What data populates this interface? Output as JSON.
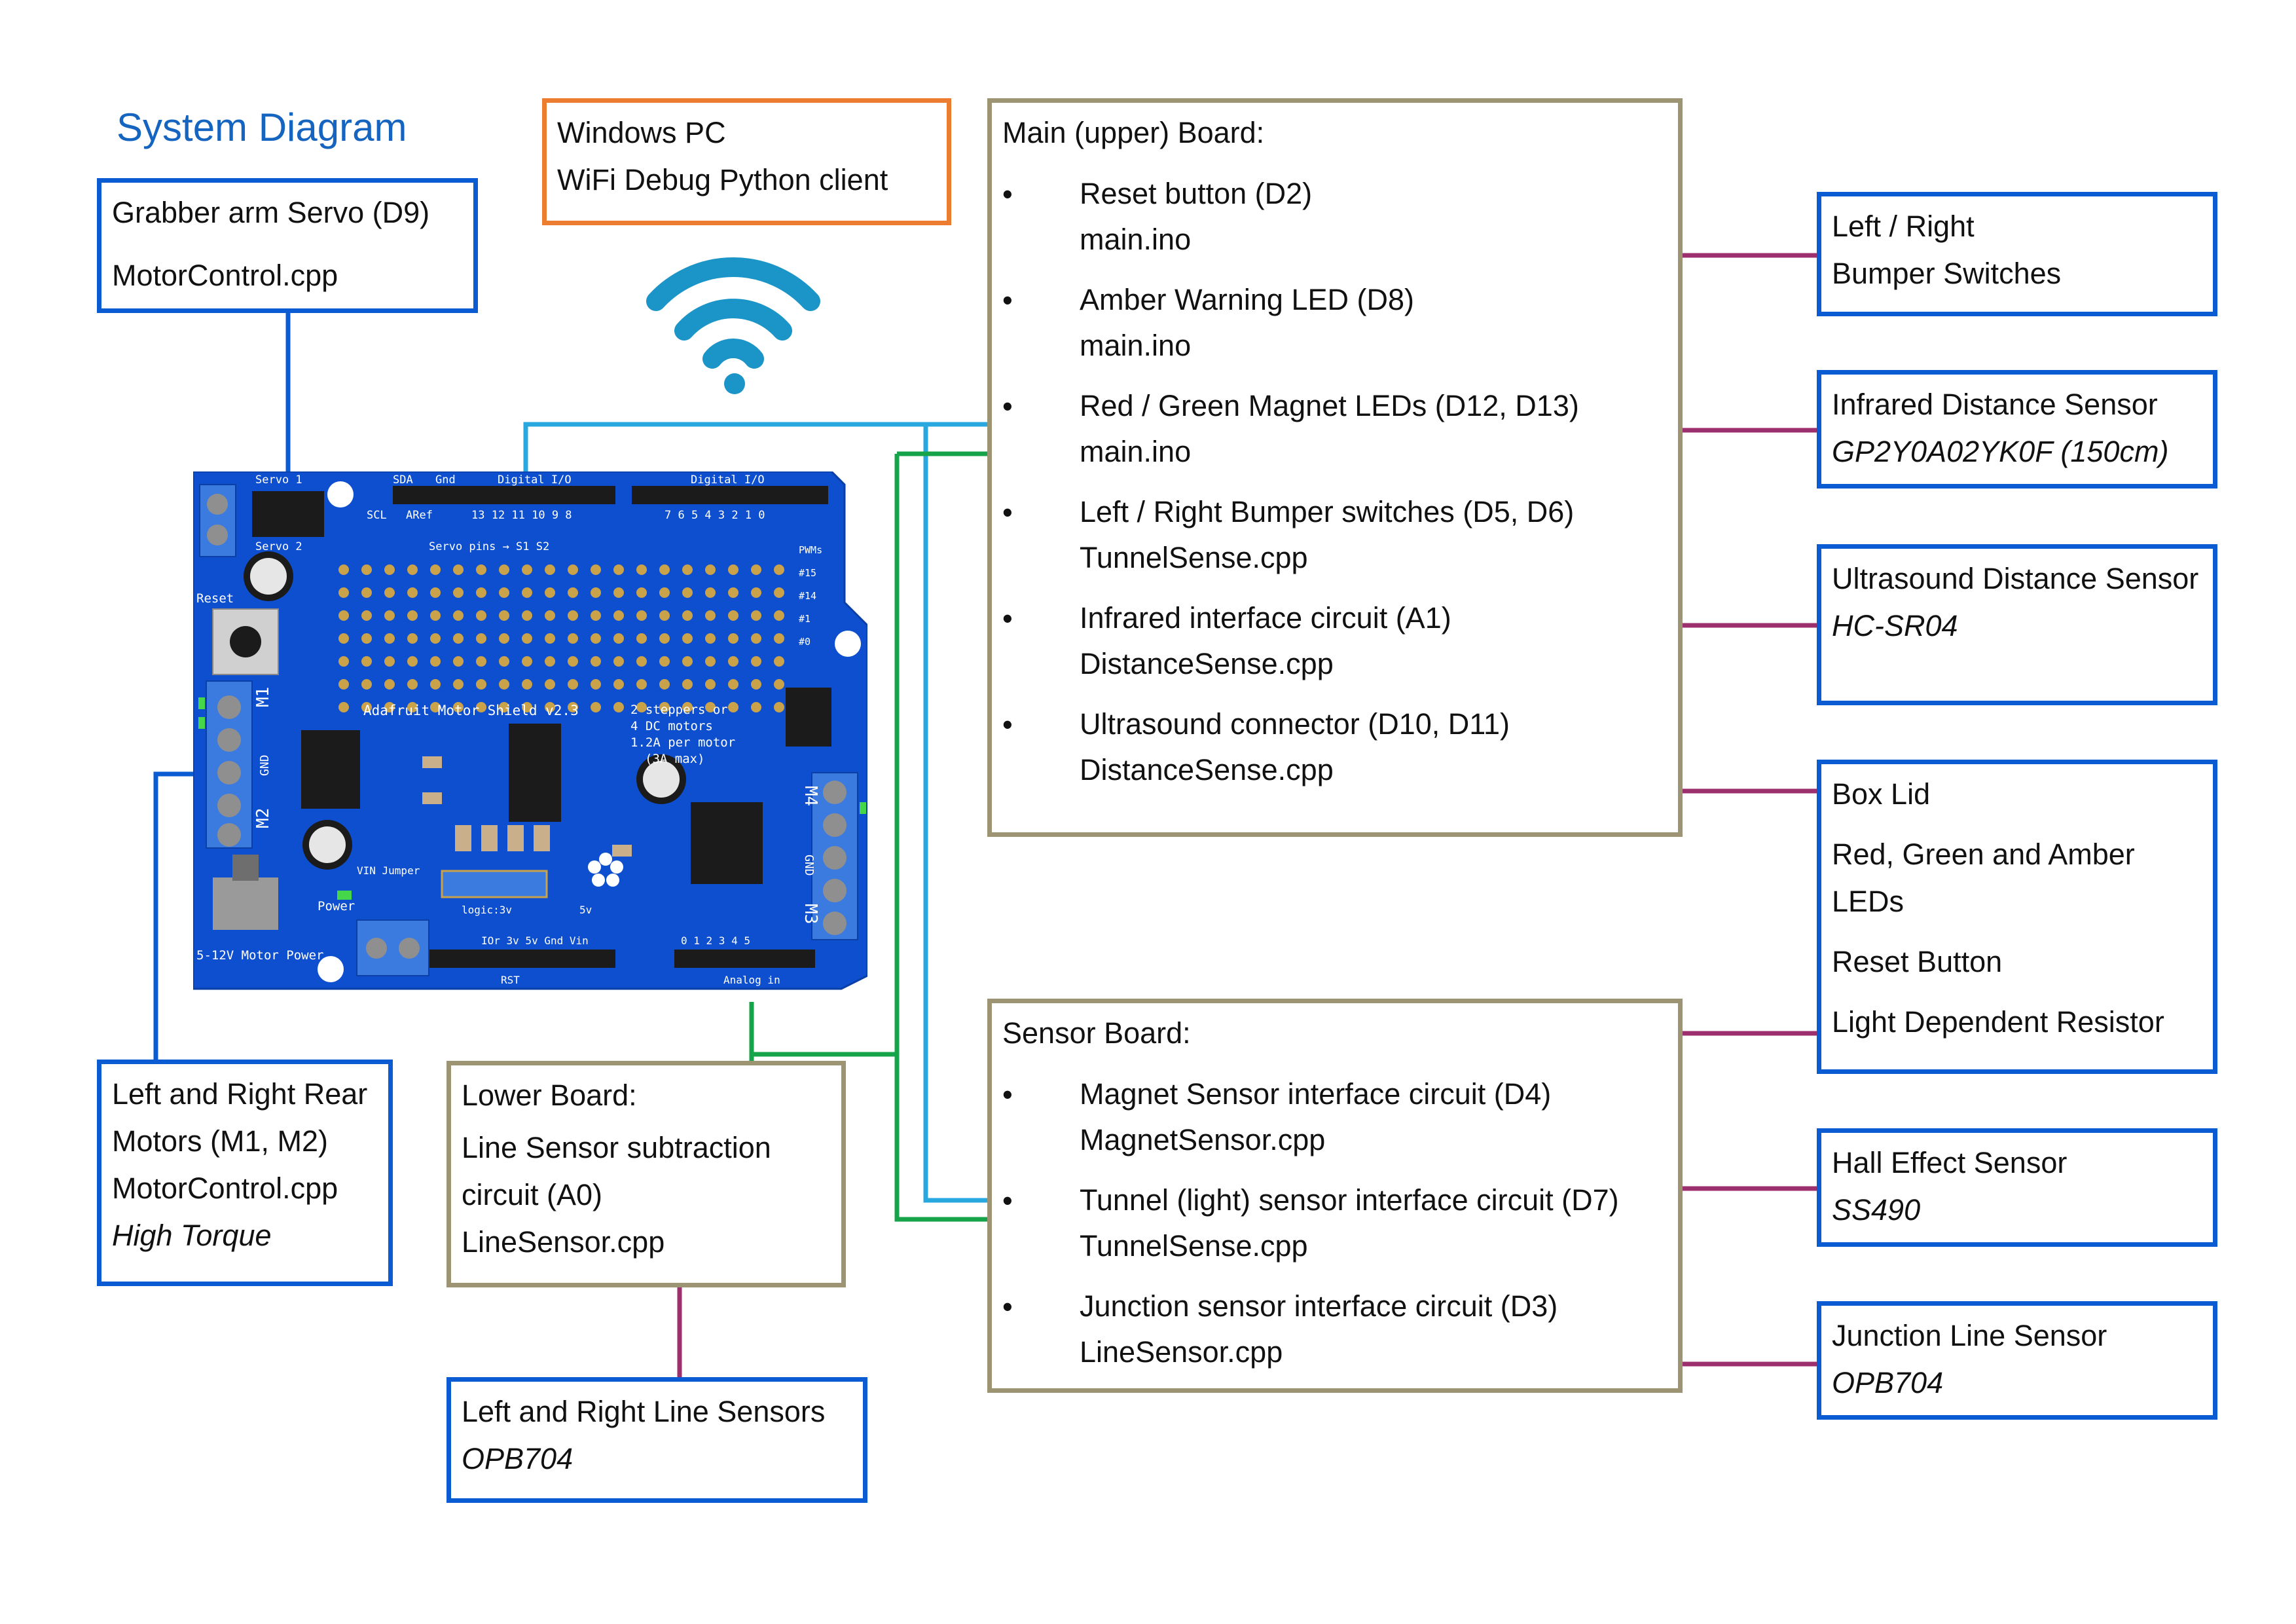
{
  "title": "System Diagram",
  "pc": {
    "title": "Windows PC",
    "subtitle": "WiFi Debug Python client"
  },
  "grabber": {
    "title": "Grabber arm Servo (D9)",
    "file": "MotorControl.cpp"
  },
  "motors": {
    "title": "Left and Right Rear Motors (M1, M2)",
    "file": "MotorControl.cpp",
    "note": "High Torque"
  },
  "lower": {
    "title": "Lower Board:",
    "item": "Line Sensor subtraction circuit (A0)",
    "file": "LineSensor.cpp"
  },
  "line_sensors": {
    "title": "Left and Right Line Sensors",
    "part": "OPB704"
  },
  "main_board": {
    "title": "Main (upper) Board:",
    "items": [
      {
        "name": "Reset button (D2)",
        "file": "main.ino"
      },
      {
        "name": "Amber Warning LED (D8)",
        "file": "main.ino"
      },
      {
        "name": "Red / Green Magnet LEDs (D12, D13)",
        "file": "main.ino"
      },
      {
        "name": "Left / Right Bumper switches (D5, D6)",
        "file": "TunnelSense.cpp"
      },
      {
        "name": "Infrared interface circuit (A1)",
        "file": "DistanceSense.cpp"
      },
      {
        "name": "Ultrasound connector (D10, D11)",
        "file": "DistanceSense.cpp"
      }
    ]
  },
  "sensor_board": {
    "title": "Sensor Board:",
    "items": [
      {
        "name": "Magnet Sensor interface circuit (D4)",
        "file": "MagnetSensor.cpp"
      },
      {
        "name": "Tunnel (light) sensor interface circuit (D7)",
        "file": "TunnelSense.cpp"
      },
      {
        "name": "Junction sensor interface circuit (D3)",
        "file": "LineSensor.cpp"
      }
    ]
  },
  "right_boxes": {
    "bumper": {
      "line1": "Left / Right",
      "line2": "Bumper Switches"
    },
    "infrared": {
      "title": "Infrared Distance Sensor",
      "part": "GP2Y0A02YK0F (150cm)"
    },
    "ultrasound": {
      "title": "Ultrasound Distance Sensor",
      "part": "HC-SR04"
    },
    "box_lid": {
      "title": "Box Lid",
      "item1": "Red, Green and Amber LEDs",
      "item2": "Reset Button",
      "item3": "Light Dependent Resistor"
    },
    "hall": {
      "title": "Hall Effect Sensor",
      "part": "SS490"
    },
    "junction": {
      "title": "Junction Line Sensor",
      "part": "OPB704"
    }
  },
  "shield": {
    "name": "Adafruit Motor Shield v2.3",
    "desc1": "2 steppers or",
    "desc2": "4 DC motors",
    "desc3": "1.2A per motor",
    "desc4": "(3A max)",
    "labels": {
      "servo1": "Servo 1",
      "servo2": "Servo 2",
      "sda": "SDA",
      "gnd": "Gnd",
      "digital": "Digital I/O",
      "scl": "SCL",
      "aref": "ARef",
      "pins_top": "13 12 11 10 9 8",
      "pins_top2": "7 6 5 4 3 2 1 0",
      "servo_pins": "Servo pins → S1 S2",
      "reset": "Reset",
      "m1": "M1",
      "m2": "M2",
      "m3": "M3",
      "m4": "M4",
      "gnd_side": "GND",
      "power": "Power",
      "vin_jumper": "VIN Jumper",
      "motor_power": "5-12V Motor Power",
      "logic": "logic:3v",
      "v5": "5v",
      "bottom_pins": "IOr  3v  5v  Gnd  Vin",
      "rst": "RST",
      "analog": "Analog in",
      "analog_pins": "0  1  2  3  4  5",
      "pwms": "PWMs",
      "p15": "#15",
      "p14": "#14",
      "p1": "#1",
      "p0": "#0"
    }
  },
  "colors": {
    "blue_border": "#0b5bd3",
    "orange_border": "#ec7c30",
    "tan_border": "#9d9474",
    "cyan_line": "#29a8e0",
    "green_line": "#16a34a",
    "purple_line": "#9c2f6e",
    "wifi": "#1b94c7",
    "board": "#0d4fcf",
    "title": "#1565c0"
  },
  "icons": {
    "wifi": "wifi-icon",
    "adafruit": "adafruit-flower-icon"
  }
}
